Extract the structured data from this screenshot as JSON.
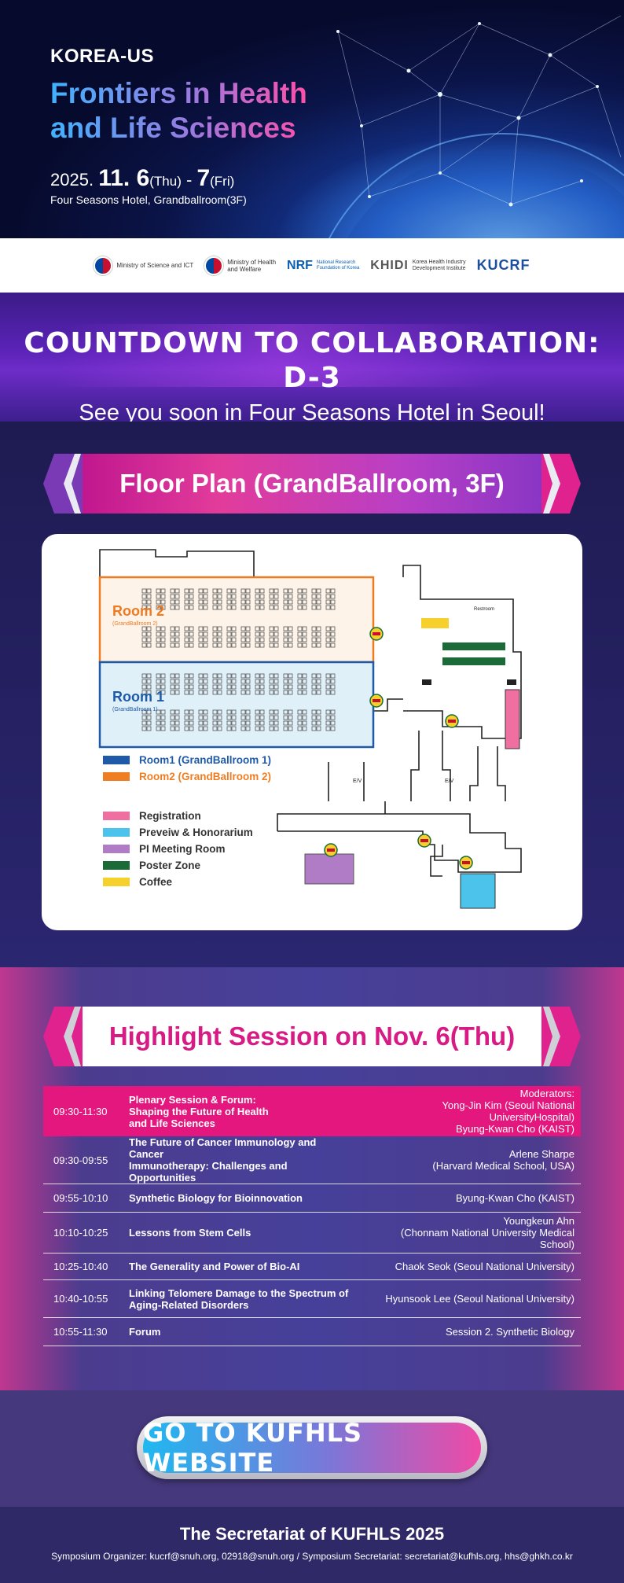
{
  "hero": {
    "kicker": "KOREA-US",
    "title_line1": "Frontiers in Health",
    "title_line2": "and Life Sciences",
    "date_year": "2025.",
    "date_day1": "11. 6",
    "date_dow1": "(Thu)",
    "date_sep": " - ",
    "date_day2": "7",
    "date_dow2": "(Fri)",
    "venue": "Four Seasons Hotel, Grandballroom(3F)"
  },
  "sponsors": {
    "msit": "Ministry of Science and ICT",
    "mohw_1": "Ministry of Health",
    "mohw_2": "and Welfare",
    "nrf": "NRF",
    "nrf_sub1": "National Research",
    "nrf_sub2": "Foundation of Korea",
    "khidi": "KHIDI",
    "khidi_sub1": "Korea Health Industry",
    "khidi_sub2": "Development Institute",
    "kucrf": "KUCRF"
  },
  "countdown": {
    "headline": "COUNTDOWN TO COLLABORATION: D-3",
    "sub": "See you soon in Four Seasons Hotel in Seoul!"
  },
  "floorplan": {
    "title": "Floor Plan (GrandBallroom, 3F)",
    "room2": "Room 2",
    "room2_sub": "(GrandBallroom 2)",
    "room1": "Room 1",
    "room1_sub": "(GrandBallroom 1)",
    "restroom": "Restroom",
    "ev": "E/V",
    "legend": [
      {
        "label": "Room1 (GrandBallroom 1)",
        "color": "#1f5aa8"
      },
      {
        "label": "Room2 (GrandBallroom 2)",
        "color": "#ef7d22"
      },
      {
        "label": "Registration",
        "color": "#ee6fa0"
      },
      {
        "label": "Preveiw & Honorarium",
        "color": "#4cc3ea"
      },
      {
        "label": "PI Meeting Room",
        "color": "#b07cc6"
      },
      {
        "label": "Poster Zone",
        "color": "#1a6b37"
      },
      {
        "label": "Coffee",
        "color": "#f6d12b"
      }
    ]
  },
  "highlight": {
    "title": "Highlight Session on Nov. 6(Thu)",
    "rows": [
      {
        "time": "09:30-11:30",
        "title": "Plenary Session & Forum:\nShaping the Future of Health\nand Life Sciences",
        "speaker": "Moderators:\nYong-Jin Kim (Seoul National UniversityHospital)\nByung-Kwan Cho (KAIST)"
      },
      {
        "time": "09:30-09:55",
        "title": "The Future of Cancer Immunology and Cancer\nImmunotherapy: Challenges and Opportunities",
        "speaker": "Arlene Sharpe\n(Harvard Medical School, USA)"
      },
      {
        "time": "09:55-10:10",
        "title": "Synthetic Biology for Bioinnovation",
        "speaker": "Byung-Kwan Cho (KAIST)"
      },
      {
        "time": "10:10-10:25",
        "title": "Lessons from Stem Cells",
        "speaker": "Youngkeun Ahn\n(Chonnam National University Medical\nSchool)"
      },
      {
        "time": "10:25-10:40",
        "title": "The Generality and Power of Bio-AI",
        "speaker": "Chaok Seok (Seoul National University)"
      },
      {
        "time": "10:40-10:55",
        "title": "Linking Telomere Damage to the Spectrum of\nAging-Related Disorders",
        "speaker": "Hyunsook Lee (Seoul National University)"
      },
      {
        "time": "10:55-11:30",
        "title": "Forum",
        "speaker": "Session 2. Synthetic Biology"
      }
    ]
  },
  "cta": {
    "label": "GO TO KUFHLS WEBSITE"
  },
  "footer": {
    "title": "The Secretariat of KUFHLS 2025",
    "contacts": "Symposium Organizer: kucrf@snuh.org, 02918@snuh.org  /  Symposium Secretariat: secretariat@kufhls.org, hhs@ghkh.co.kr"
  }
}
